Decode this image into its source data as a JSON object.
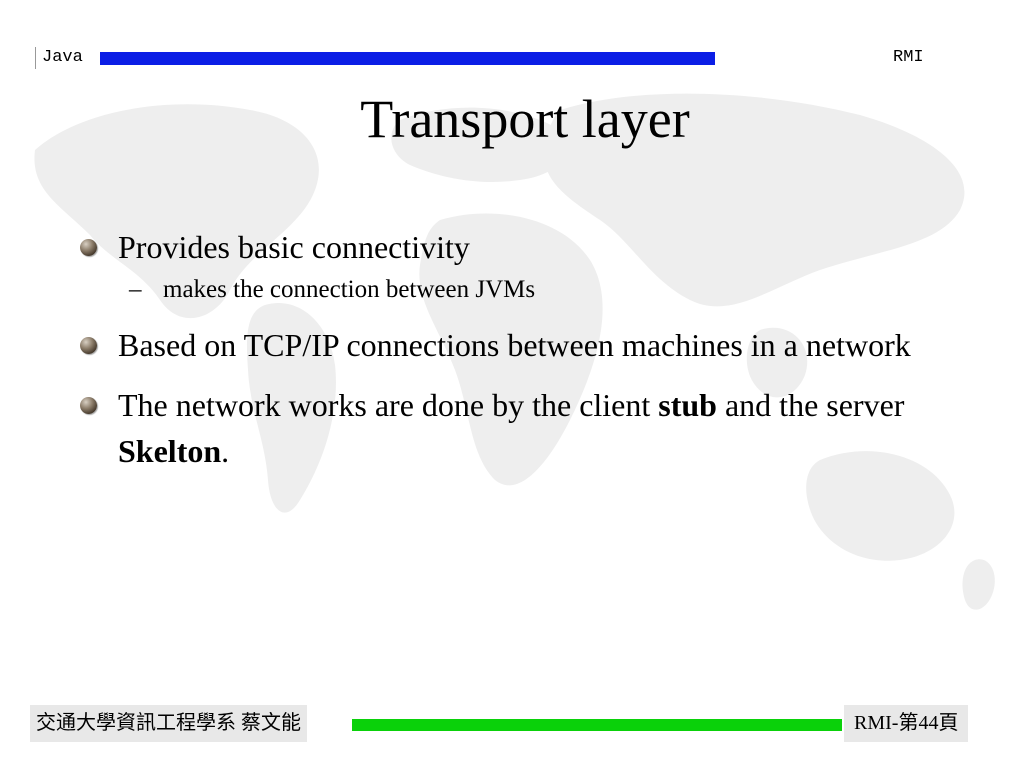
{
  "header": {
    "left_label": "Java",
    "right_label": "RMI"
  },
  "title": "Transport layer",
  "bullets": [
    {
      "text": "Provides basic connectivity",
      "sub": [
        "makes the connection between JVMs"
      ]
    },
    {
      "text": "Based on TCP/IP connections between machines in a network"
    },
    {
      "pre": "The network works are done by the client ",
      "bold1": "stub",
      "mid": " and the server ",
      "bold2": "Skelton",
      "post": "."
    }
  ],
  "sub_marker": "–",
  "footer": {
    "left": "交通大學資訊工程學系 蔡文能",
    "right": "RMI-第44頁"
  },
  "colors": {
    "header_bar": "#0b1ee6",
    "footer_bar": "#0ad10a",
    "footer_box": "#e8e8e8",
    "map": "#ededed"
  }
}
